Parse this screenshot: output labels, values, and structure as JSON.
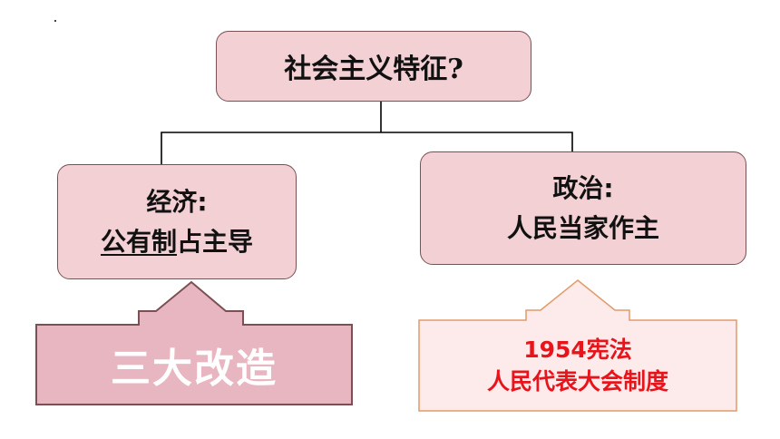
{
  "root": {
    "text": "社会主义特征?"
  },
  "economy": {
    "line1": "经济:",
    "line2_underlined": "公有制",
    "line2_rest": "占主导"
  },
  "politics": {
    "line1": "政治:",
    "line2": "人民当家作主"
  },
  "left_arrow": {
    "label": "三大改造"
  },
  "right_arrow": {
    "line1": "1954宪法",
    "line2": "人民代表大会制度"
  },
  "colors": {
    "box_fill": "#f2d0d4",
    "left_arrow_fill": "#e8b6c0",
    "right_arrow_fill": "#fdeaea",
    "right_arrow_text": "#e8141b"
  }
}
